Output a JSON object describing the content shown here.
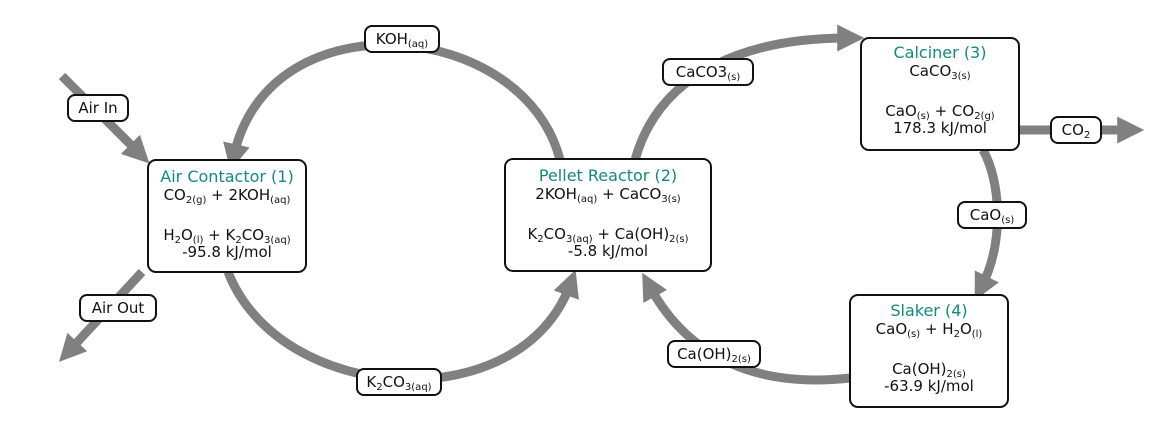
{
  "colors": {
    "arrow": "#808080",
    "title": "#13897f",
    "border": "#111111"
  },
  "units": {
    "air_contactor": {
      "title": "Air Contactor (1)",
      "r1": {
        "a": "CO",
        "a_sub": "2(g)",
        "plus": "+ 2KOH",
        "b_sub": "(aq)"
      },
      "p1": {
        "a": "H",
        "a_sub2": "2",
        "a_b": "O",
        "a_sub": "(l)",
        "plus": "+ K",
        "b_sub2": "2",
        "b": "CO",
        "b_sub": "3(aq)"
      },
      "energy": "-95.8 kJ/mol"
    },
    "pellet_reactor": {
      "title": "Pellet Reactor (2)",
      "p1": {
        "a": "2KOH",
        "a_sub": "(aq)",
        "plus": "+ CaCO",
        "b_sub": "3(s)"
      },
      "r1": {
        "a": "K",
        "a_sub2": "2",
        "a_b": "CO",
        "a_sub": "3(aq)",
        "plus": "+ Ca(OH)",
        "b_sub": "2(s)"
      },
      "energy": "-5.8 kJ/mol"
    },
    "calciner": {
      "title": "Calciner (3)",
      "r1": {
        "a": "CaCO",
        "a_sub": "3(s)"
      },
      "p1": {
        "a": "CaO",
        "a_sub": "(s)",
        "plus": "+ CO",
        "b_sub": "2(g)"
      },
      "energy": "178.3 kJ/mol"
    },
    "slaker": {
      "title": "Slaker (4)",
      "r1": {
        "a": "CaO",
        "a_sub": "(s)",
        "plus": "+ H",
        "b_sub2": "2",
        "b": "O",
        "b_sub": "(l)"
      },
      "p1": {
        "a": "Ca(OH)",
        "a_sub": "2(s)"
      },
      "energy": "-63.9 kJ/mol"
    }
  },
  "streams": {
    "air_in": "Air In",
    "air_out": "Air Out",
    "koh": {
      "main": "KOH",
      "sub": "(aq)"
    },
    "k2co3": {
      "a": "K",
      "sub2": "2",
      "b": "CO",
      "sub": "3(aq)"
    },
    "caco3": {
      "main": "CaCO3",
      "sub": "(s)"
    },
    "co2": {
      "main": "CO",
      "sub": "2"
    },
    "cao": {
      "main": "CaO",
      "sub": "(s)"
    },
    "caoh2": {
      "main": "Ca(OH)",
      "sub": "2(s)"
    }
  }
}
